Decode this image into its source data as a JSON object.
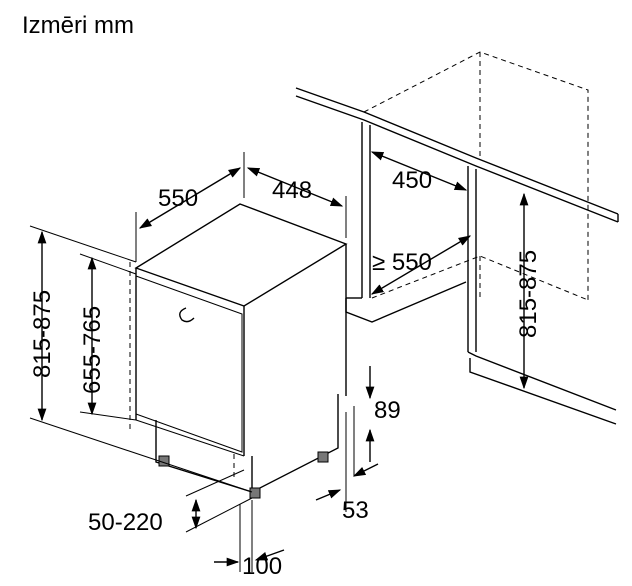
{
  "title": "Izmēri mm",
  "dimensions": {
    "appliance_depth": "550",
    "appliance_width": "448",
    "niche_width": "450",
    "niche_depth": "≥ 550",
    "niche_height": "815-875",
    "appliance_height": "815-875",
    "door_height": "655-765",
    "plinth_height": "89",
    "plinth_depth": "53",
    "plinth_adjust": "50-220",
    "foot_offset": "100"
  }
}
